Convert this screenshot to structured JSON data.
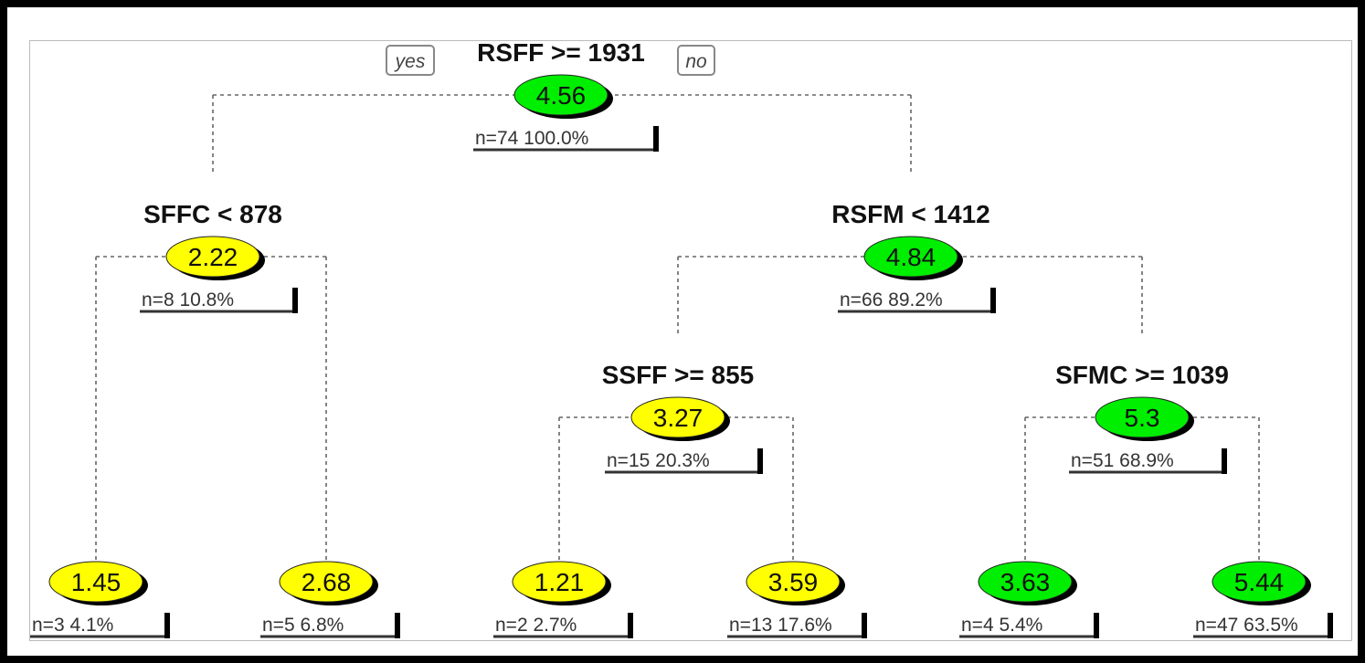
{
  "colors": {
    "high": "#00ee00",
    "low": "#ffff00",
    "edge": "#666666"
  },
  "branch_labels": {
    "yes": "yes",
    "no": "no"
  },
  "nodes": [
    {
      "id": "root",
      "split": "RSFF >= 1931",
      "value": "4.56",
      "info": "n=74  100.0%",
      "color": "high"
    },
    {
      "id": "l",
      "split": "SFFC < 878",
      "value": "2.22",
      "info": "n=8  10.8%",
      "color": "low"
    },
    {
      "id": "r",
      "split": "RSFM < 1412",
      "value": "4.84",
      "info": "n=66  89.2%",
      "color": "high"
    },
    {
      "id": "rl",
      "split": "SSFF >= 855",
      "value": "3.27",
      "info": "n=15  20.3%",
      "color": "low"
    },
    {
      "id": "rr",
      "split": "SFMC >= 1039",
      "value": "5.3",
      "info": "n=51  68.9%",
      "color": "high"
    },
    {
      "id": "ll",
      "split": "",
      "value": "1.45",
      "info": "n=3  4.1%",
      "color": "low"
    },
    {
      "id": "lr",
      "split": "",
      "value": "2.68",
      "info": "n=5  6.8%",
      "color": "low"
    },
    {
      "id": "rll",
      "split": "",
      "value": "1.21",
      "info": "n=2  2.7%",
      "color": "low"
    },
    {
      "id": "rlr",
      "split": "",
      "value": "3.59",
      "info": "n=13  17.6%",
      "color": "low"
    },
    {
      "id": "rrl",
      "split": "",
      "value": "3.63",
      "info": "n=4  5.4%",
      "color": "high"
    },
    {
      "id": "rrr",
      "split": "",
      "value": "5.44",
      "info": "n=47  63.5%",
      "color": "high"
    }
  ],
  "edges": [
    [
      "root",
      "l"
    ],
    [
      "root",
      "r"
    ],
    [
      "l",
      "ll"
    ],
    [
      "l",
      "lr"
    ],
    [
      "r",
      "rl"
    ],
    [
      "r",
      "rr"
    ],
    [
      "rl",
      "rll"
    ],
    [
      "rl",
      "rlr"
    ],
    [
      "rr",
      "rrl"
    ],
    [
      "rr",
      "rrr"
    ]
  ]
}
